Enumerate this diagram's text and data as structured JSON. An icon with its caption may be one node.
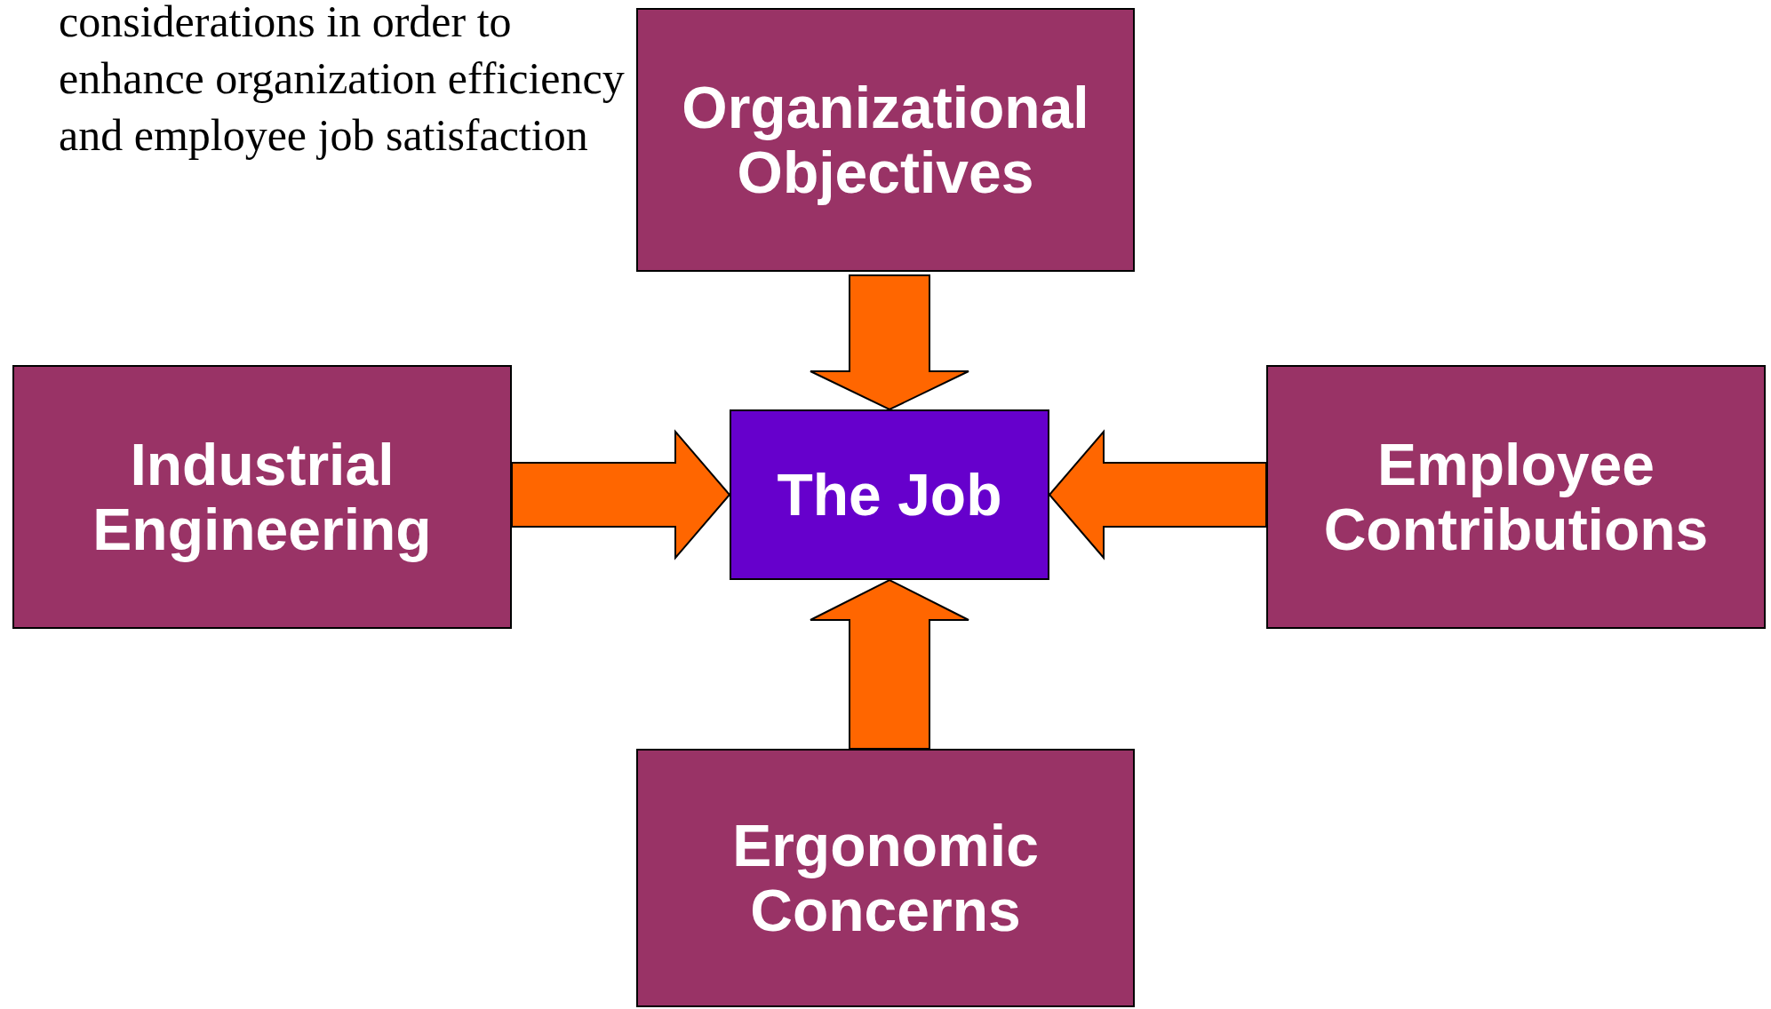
{
  "diagram": {
    "nodes": [
      {
        "text": [
          "Organizational Objectives"
        ]
      },
      {
        "text": [
          "Industrial Engineering"
        ]
      },
      {
        "text": [
          "The Job"
        ]
      },
      {
        "text": [
          "Employee Contributions"
        ]
      },
      {
        "text": [
          "Ergonomic Concerns"
        ]
      }
    ],
    "edges": [
      {
        "from": 0,
        "to": 2,
        "arrow": "to"
      },
      {
        "from": 1,
        "to": 2,
        "arrow": "to"
      },
      {
        "from": 3,
        "to": 2,
        "arrow": "to"
      },
      {
        "from": 4,
        "to": 2,
        "arrow": "to"
      }
    ],
    "labels": [
      "considerations in order to enhance organization efficiency and employee job satisfaction"
    ]
  }
}
